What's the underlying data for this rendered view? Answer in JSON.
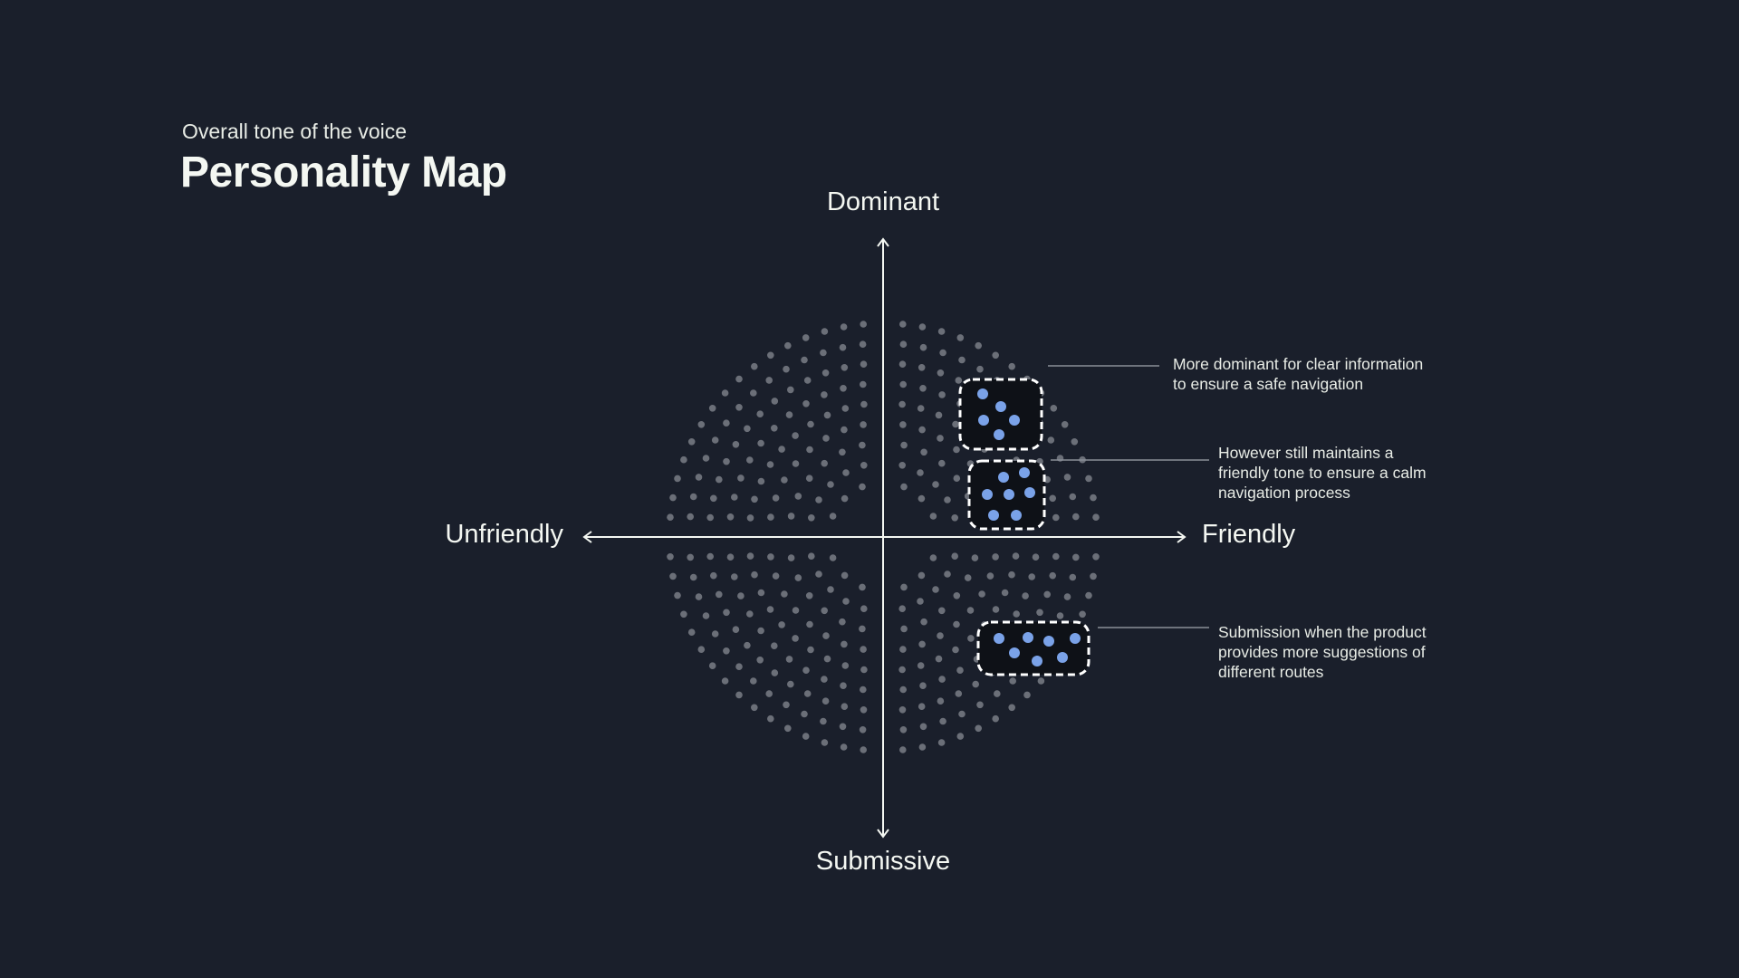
{
  "header": {
    "subtitle": "Overall tone of the voice",
    "title": "Personality Map"
  },
  "axes": {
    "top": "Dominant",
    "bottom": "Submissive",
    "left": "Unfriendly",
    "right": "Friendly"
  },
  "annotations": [
    {
      "lines": [
        "More dominant for clear information",
        "to ensure a safe navigation"
      ]
    },
    {
      "lines": [
        "However still maintains a",
        "friendly tone  to ensure a calm",
        "navigation process"
      ]
    },
    {
      "lines": [
        "Submission when the product",
        "provides more suggestions of",
        "different routes"
      ]
    }
  ],
  "colors": {
    "background": "#1a1f2b",
    "dot": "#6b6f78",
    "highlight_dot": "#7aa2e8",
    "highlight_box": "#0e1117"
  }
}
